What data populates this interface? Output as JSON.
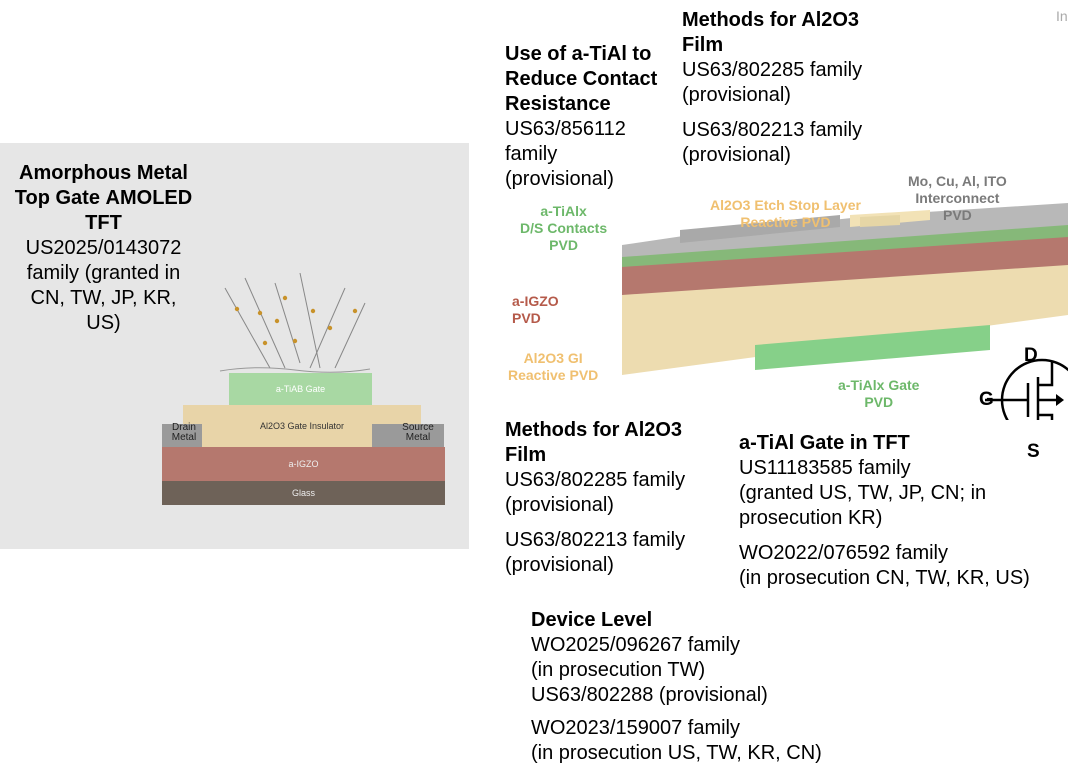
{
  "left_panel": {
    "title_lines": [
      "Amorphous",
      "Metal Top Gate",
      "AMOLED TFT"
    ],
    "body_lines": [
      "US2025/0143072",
      "family (granted in",
      "CN, TW, JP, KR,",
      "US)"
    ],
    "layers": {
      "gate": "a-TiAB Gate",
      "insulator": "Al2O3 Gate Insulator",
      "igzo": "a-IGZO",
      "glass": "Glass"
    },
    "drain_lines": [
      "Drain",
      "Metal"
    ],
    "source_lines": [
      "Source",
      "Metal"
    ],
    "colors": {
      "panel": "#e6e6e6",
      "gate": "#a8d8a3",
      "insulator": "#e8d4a8",
      "igzo": "#b5786e",
      "glass": "#6e6258",
      "contact": "#9a9a9a"
    }
  },
  "block_contact": {
    "title_lines": [
      "Use of a-TiAl to",
      "Reduce Contact",
      "Resistance"
    ],
    "body_lines": [
      "US63/856112",
      "family",
      "(provisional)"
    ]
  },
  "block_methods_top": {
    "title_lines": [
      "Methods for Al2O3",
      "Film"
    ],
    "group1": [
      "US63/802285 family",
      "(provisional)"
    ],
    "group2": [
      "US63/802213 family",
      "(provisional)"
    ]
  },
  "corner_fragment": "In",
  "diagram": {
    "labels": {
      "tialx_contacts": [
        "a-TiAlx",
        "D/S Contacts",
        "PVD"
      ],
      "etch_stop": [
        "Al2O3 Etch Stop Layer",
        "Reactive PVD"
      ],
      "interconnect": [
        "Mo, Cu, Al, ITO",
        "Interconnect",
        "PVD"
      ],
      "igzo": [
        "a-IGZO",
        "PVD"
      ],
      "gi": [
        "Al2O3 GI",
        "Reactive PVD"
      ],
      "tialx_gate": [
        "a-TiAlx Gate",
        "PVD"
      ]
    },
    "mosfet": {
      "d": "D",
      "g": "G",
      "s": "S"
    },
    "colors": {
      "green_label": "#6db86a",
      "orange_label": "#f0c070",
      "red_label": "#b55a4a",
      "gray_label": "#7a7a7a"
    }
  },
  "block_methods_bottom": {
    "title_lines": [
      "Methods for Al2O3",
      "Film"
    ],
    "group1": [
      "US63/802285 family",
      "(provisional)"
    ],
    "group2": [
      "US63/802213 family",
      "(provisional)"
    ]
  },
  "block_gate": {
    "title": "a-TiAl Gate in TFT",
    "group1": [
      "US11183585 family",
      "(granted US, TW, JP, CN; in",
      "prosecution KR)"
    ],
    "group2": [
      "WO2022/076592 family",
      "(in prosecution CN, TW, KR, US)"
    ]
  },
  "block_device": {
    "title": "Device Level",
    "group1": [
      "WO2025/096267 family",
      "(in prosecution TW)",
      "US63/802288 (provisional)"
    ],
    "group2": [
      "WO2023/159007 family",
      "(in prosecution US, TW, KR, CN)"
    ]
  }
}
